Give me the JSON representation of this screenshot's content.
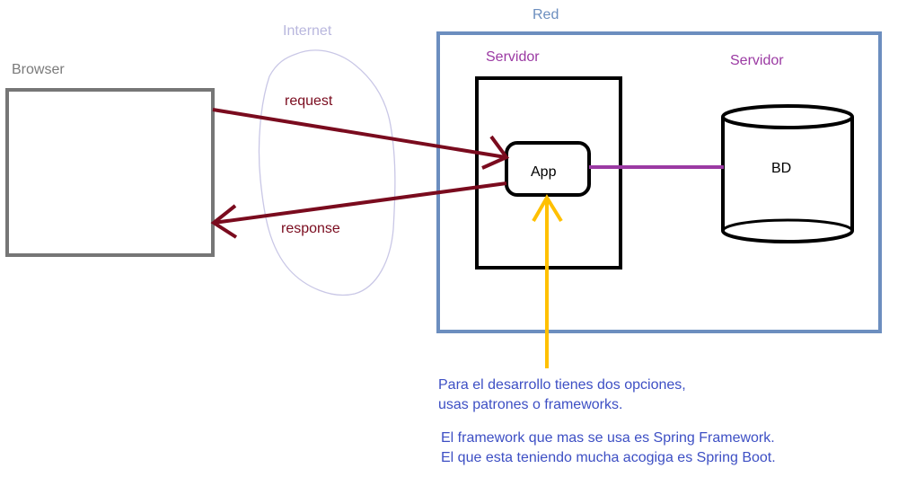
{
  "labels": {
    "browser": "Browser",
    "internet": "Internet",
    "red": "Red",
    "servidor_app": "Servidor",
    "servidor_db": "Servidor",
    "request": "request",
    "response": "response",
    "app": "App",
    "bd": "BD"
  },
  "notes": {
    "options": [
      "Para el desarrollo tienes dos opciones,",
      "usas patrones o frameworks."
    ],
    "frameworks": [
      "El framework que mas se usa es Spring Framework.",
      "El que esta teniendo mucha acogiga es Spring Boot."
    ]
  },
  "colors": {
    "browser_box": "#767676",
    "internet_cloud": "#b9b7de",
    "red_box": "#6c8ebf",
    "arrows": "#7a0b1e",
    "db_link": "#9b3aa3",
    "highlight_arrow": "#ffc000",
    "note_text": "#3d4fc4"
  }
}
